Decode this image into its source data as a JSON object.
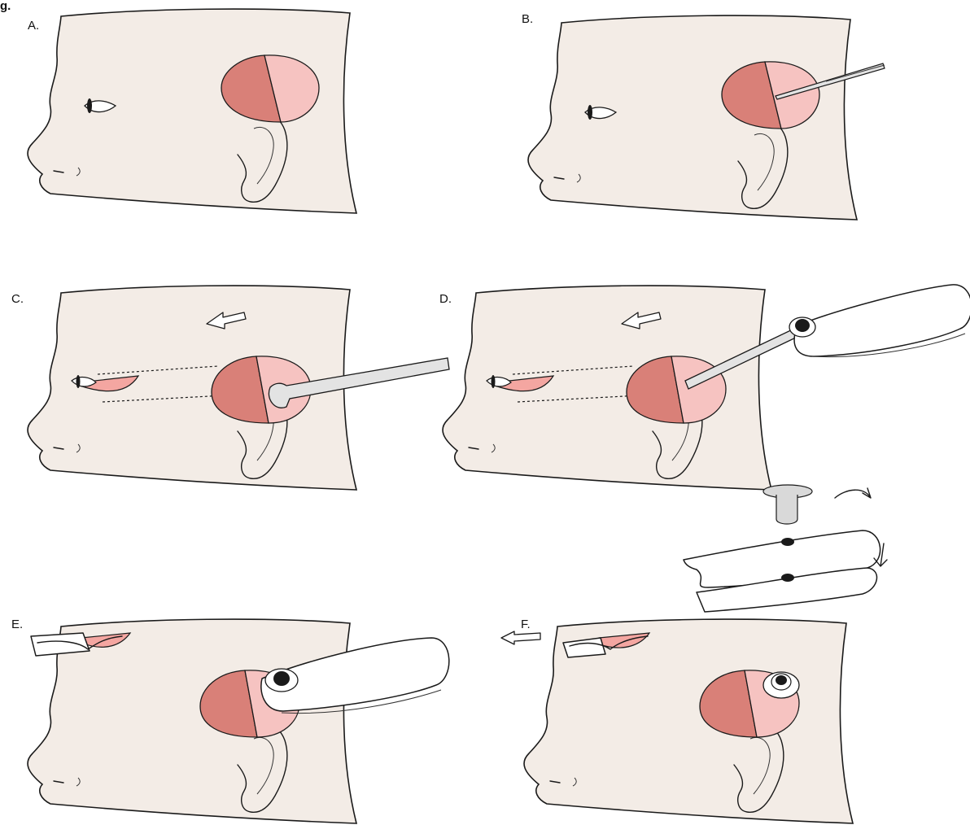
{
  "figure": {
    "title": "g.",
    "panel_labels": {
      "a": "A.",
      "b": "B.",
      "c": "C.",
      "d": "D.",
      "e": "E.",
      "f": "F."
    }
  },
  "colors": {
    "skin": "#f3ece6",
    "muscle_dark": "#d98078",
    "muscle_light": "#f6c3c1",
    "flap": "#f4a6a1",
    "instrument": "#e3e3e3",
    "outline": "#1a1a1a"
  },
  "icons": [
    "head-profile",
    "temporalis-muscle",
    "ear",
    "eye",
    "needle",
    "periosteal-elevator",
    "implant-plate",
    "screw",
    "rotate-arrow",
    "down-arrow",
    "direction-arrow"
  ]
}
